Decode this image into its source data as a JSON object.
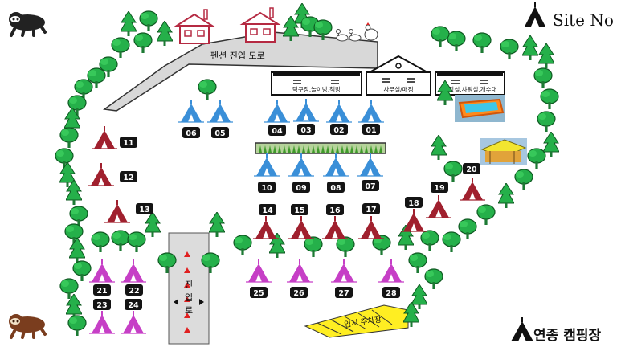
{
  "legend": {
    "text": "Site No"
  },
  "brand": {
    "text": "연종 캠핑장"
  },
  "roads": {
    "pension_road": "펜션 진입 도로",
    "entrance_road": "진입로"
  },
  "buildings": {
    "game_room": "탁구장,놀이방,책방",
    "office": "사무실/매점",
    "restroom": "화장실,샤워실,개수대"
  },
  "parking": {
    "label": "임시 주차장"
  },
  "colors": {
    "blue_site": "#3a8fd8",
    "red_site": "#a0202e",
    "purple_site": "#c63fc6",
    "tree": "#25b04a",
    "road": "#d6d6d6",
    "parking": "#ffee22",
    "cabin": "#b52a42"
  },
  "sites": [
    {
      "id": "06",
      "color": "blue"
    },
    {
      "id": "05",
      "color": "blue"
    },
    {
      "id": "04",
      "color": "blue"
    },
    {
      "id": "03",
      "color": "blue"
    },
    {
      "id": "02",
      "color": "blue"
    },
    {
      "id": "01",
      "color": "blue"
    },
    {
      "id": "10",
      "color": "blue"
    },
    {
      "id": "09",
      "color": "blue"
    },
    {
      "id": "08",
      "color": "blue"
    },
    {
      "id": "07",
      "color": "blue"
    },
    {
      "id": "11",
      "color": "red"
    },
    {
      "id": "12",
      "color": "red"
    },
    {
      "id": "13",
      "color": "red"
    },
    {
      "id": "14",
      "color": "red"
    },
    {
      "id": "15",
      "color": "red"
    },
    {
      "id": "16",
      "color": "red"
    },
    {
      "id": "17",
      "color": "red"
    },
    {
      "id": "18",
      "color": "red"
    },
    {
      "id": "19",
      "color": "red"
    },
    {
      "id": "20",
      "color": "red"
    },
    {
      "id": "21",
      "color": "purple"
    },
    {
      "id": "22",
      "color": "purple"
    },
    {
      "id": "23",
      "color": "purple"
    },
    {
      "id": "24",
      "color": "purple"
    },
    {
      "id": "25",
      "color": "purple"
    },
    {
      "id": "26",
      "color": "purple"
    },
    {
      "id": "27",
      "color": "purple"
    },
    {
      "id": "28",
      "color": "purple"
    }
  ]
}
